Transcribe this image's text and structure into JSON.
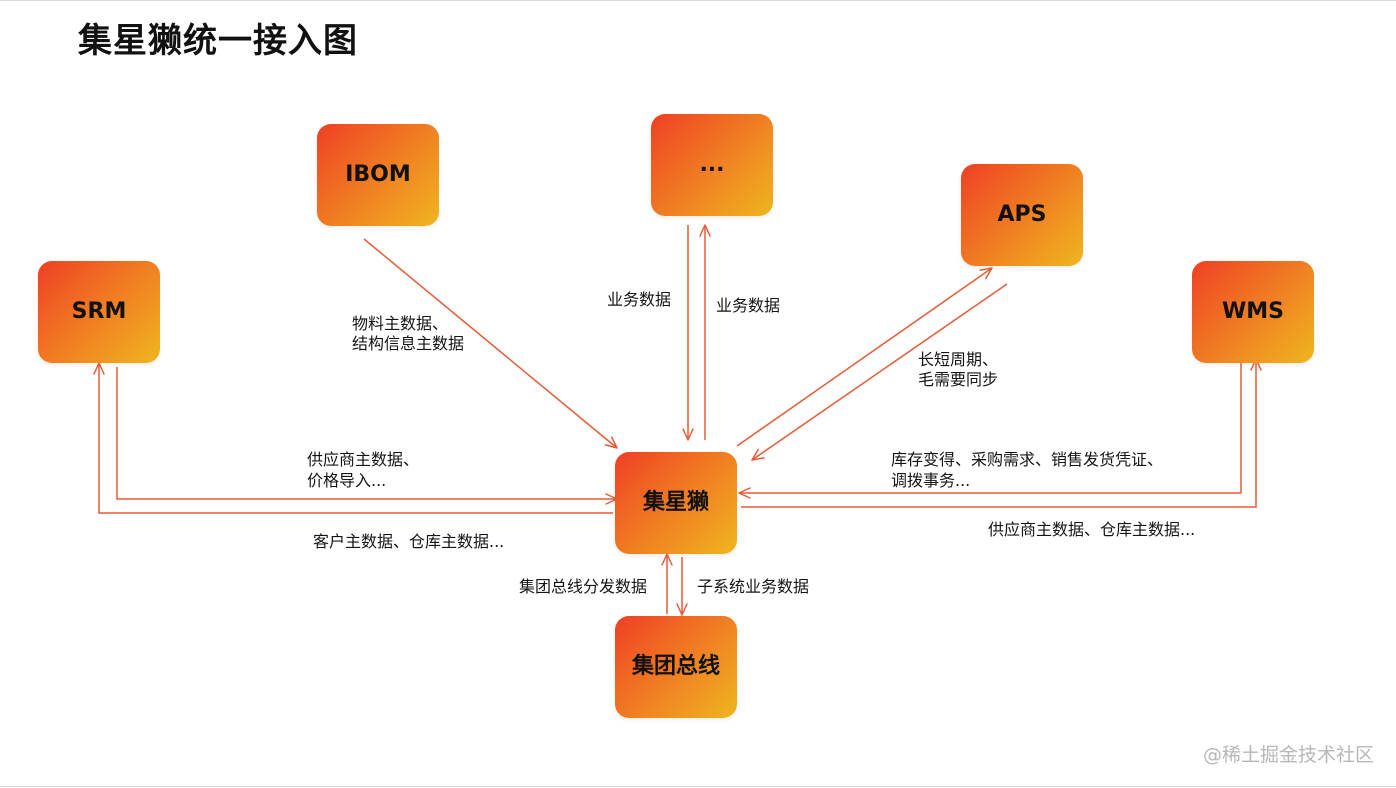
{
  "diagram": {
    "title": "集星獭统一接入图",
    "nodes": {
      "ibom": "IBOM",
      "ellipsis": "...",
      "aps": "APS",
      "srm": "SRM",
      "wms": "WMS",
      "center": "集星獭",
      "bus": "集团总线"
    },
    "labels": {
      "ibom_line1": "物料主数据、",
      "ibom_line2": "结构信息主数据",
      "ellipsis_down": "业务数据",
      "ellipsis_up": "业务数据",
      "aps_line1": "长短周期、",
      "aps_line2": "毛需要同步",
      "srm_in_line1": "供应商主数据、",
      "srm_in_line2": "价格导入...",
      "srm_out": "客户主数据、仓库主数据...",
      "wms_in_line1": "库存变得、采购需求、销售发货凭证、",
      "wms_in_line2": "调拨事务...",
      "wms_out": "供应商主数据、仓库主数据...",
      "bus_to_center": "集团总线分发数据",
      "center_to_bus": "子系统业务数据"
    },
    "watermark": "@稀土掘金技术社区"
  },
  "colors": {
    "connector": "#e55b37",
    "node_gradient_start": "#ef3f24",
    "node_gradient_mid": "#f07a22",
    "node_gradient_end": "#efb620",
    "watermark": "#b7b7b7"
  }
}
